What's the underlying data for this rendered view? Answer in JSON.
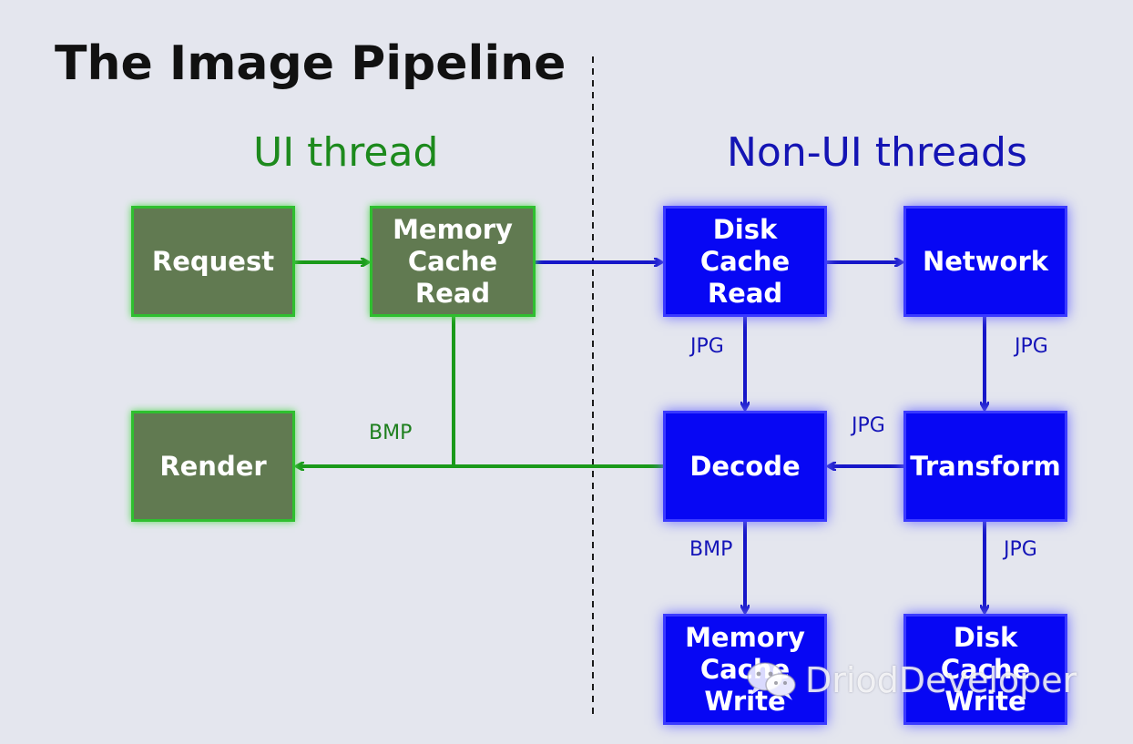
{
  "title": "The Image Pipeline",
  "sections": {
    "ui": "UI thread",
    "non_ui": "Non-UI threads"
  },
  "nodes": {
    "request": "Request",
    "memory_cache_read": "Memory\nCache\nRead",
    "render": "Render",
    "disk_cache_read": "Disk\nCache\nRead",
    "network": "Network",
    "decode": "Decode",
    "transform": "Transform",
    "memory_cache_write": "Memory\nCache\nWrite",
    "disk_cache_write": "Disk\nCache\nWrite"
  },
  "edge_labels": {
    "bmp_render": "BMP",
    "jpg_disk_decode": "JPG",
    "jpg_network_transform": "JPG",
    "jpg_transform_decode": "JPG",
    "bmp_decode_memwrite": "BMP",
    "jpg_transform_diskwrite": "JPG"
  },
  "watermark": "DriodDeveloper",
  "colors": {
    "ui_box": "#617a51",
    "ui_line": "#1a9a1a",
    "ui_text": "#1d8a1d",
    "bg_box": "#0707f4",
    "bg_line": "#1616c8",
    "bg_text": "#1414b4",
    "background": "#e4e6ee"
  }
}
